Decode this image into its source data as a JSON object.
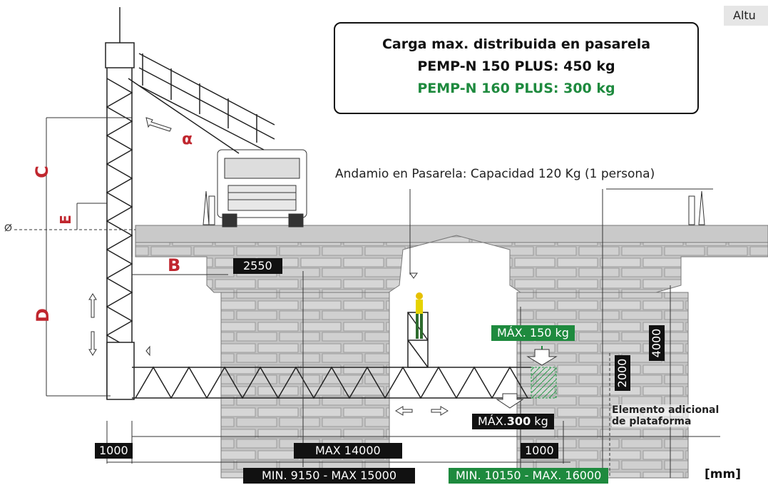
{
  "top_right_partial": "Altu",
  "load_box": {
    "title": "Carga max. distribuida en pasarela",
    "line1": "PEMP-N 150 PLUS: 450 kg",
    "line2": "PEMP-N 160 PLUS: 300 kg"
  },
  "scaffold_note": "Andamio en Pasarela: Capacidad 120 Kg (1 persona)",
  "dim_letters": {
    "c": "C",
    "e": "E",
    "d": "D",
    "b": "B",
    "alpha": "α"
  },
  "zero_symbol": "Ø",
  "labels": {
    "l2550": "2550",
    "max150": "MÁX. 150 kg",
    "max300_prefix": "MÁX.",
    "max300_value": "300",
    "max300_unit": "kg",
    "l4000": "4000",
    "l2000": "2000",
    "l1000_left": "1000",
    "max14000": "MAX 14000",
    "l1000_right": "1000",
    "min9150": "MIN. 9150 - MAX 15000",
    "min10150": "MIN. 10150 - MAX. 16000",
    "element_line1": "Elemento adicional",
    "element_line2": "de plataforma",
    "unit": "[mm]"
  },
  "colors": {
    "accent_red": "#c0262e",
    "accent_green": "#1e8a3e",
    "label_dark": "#111111",
    "stone": "#b9b9b9"
  }
}
